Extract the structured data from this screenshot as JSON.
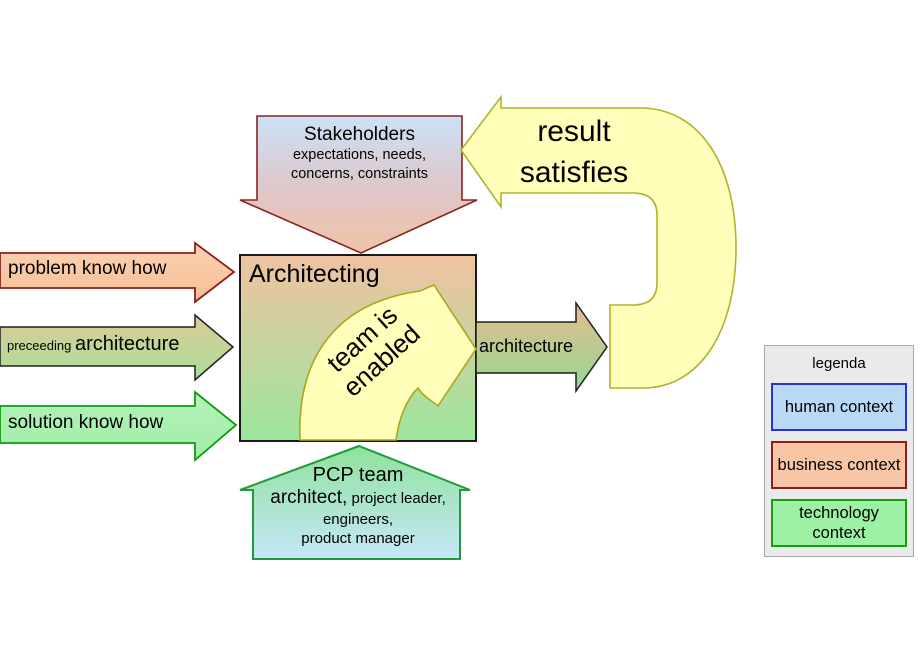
{
  "stakeholders": {
    "title": "Stakeholders",
    "line1": "expectations, needs,",
    "line2": "concerns, constraints"
  },
  "inputs": {
    "problem": "problem know how",
    "preceding_small": "preceeding ",
    "preceding_large": "architecture",
    "solution": "solution know how"
  },
  "process": {
    "title": "Architecting"
  },
  "team_arrow": {
    "line1": "team is",
    "line2": "enabled"
  },
  "output": {
    "label": "architecture"
  },
  "feedback": {
    "line1": "result",
    "line2": "satisfies"
  },
  "pcp": {
    "title": "PCP team",
    "role_lead": "architect,",
    "role_rest": " project leader,",
    "line3": "engineers,",
    "line4": "product manager"
  },
  "legend": {
    "title": "legenda",
    "items": [
      {
        "label": "human context",
        "color": "#b9d9f6"
      },
      {
        "label": "business context",
        "color": "#f8c6a4"
      },
      {
        "label": "technology context",
        "color": "#9df0a4"
      }
    ]
  },
  "colors": {
    "feedback_yellow": "#ffffba",
    "stakeholder_blue_top": "#cbe1f8",
    "stakeholder_salmon_bottom": "#f2c2a6",
    "problem_salmon": "#f6bf95",
    "process_top": "#f0c2a2",
    "process_bottom": "#9ce69e",
    "solution_green": "#9feda8",
    "pcp_green_top": "#8fe29b",
    "pcp_blue_bottom": "#c6e7f8",
    "dark_red_border": "#8b1f1f",
    "green_border": "#12a012",
    "olive_border": "#b2b22e"
  }
}
